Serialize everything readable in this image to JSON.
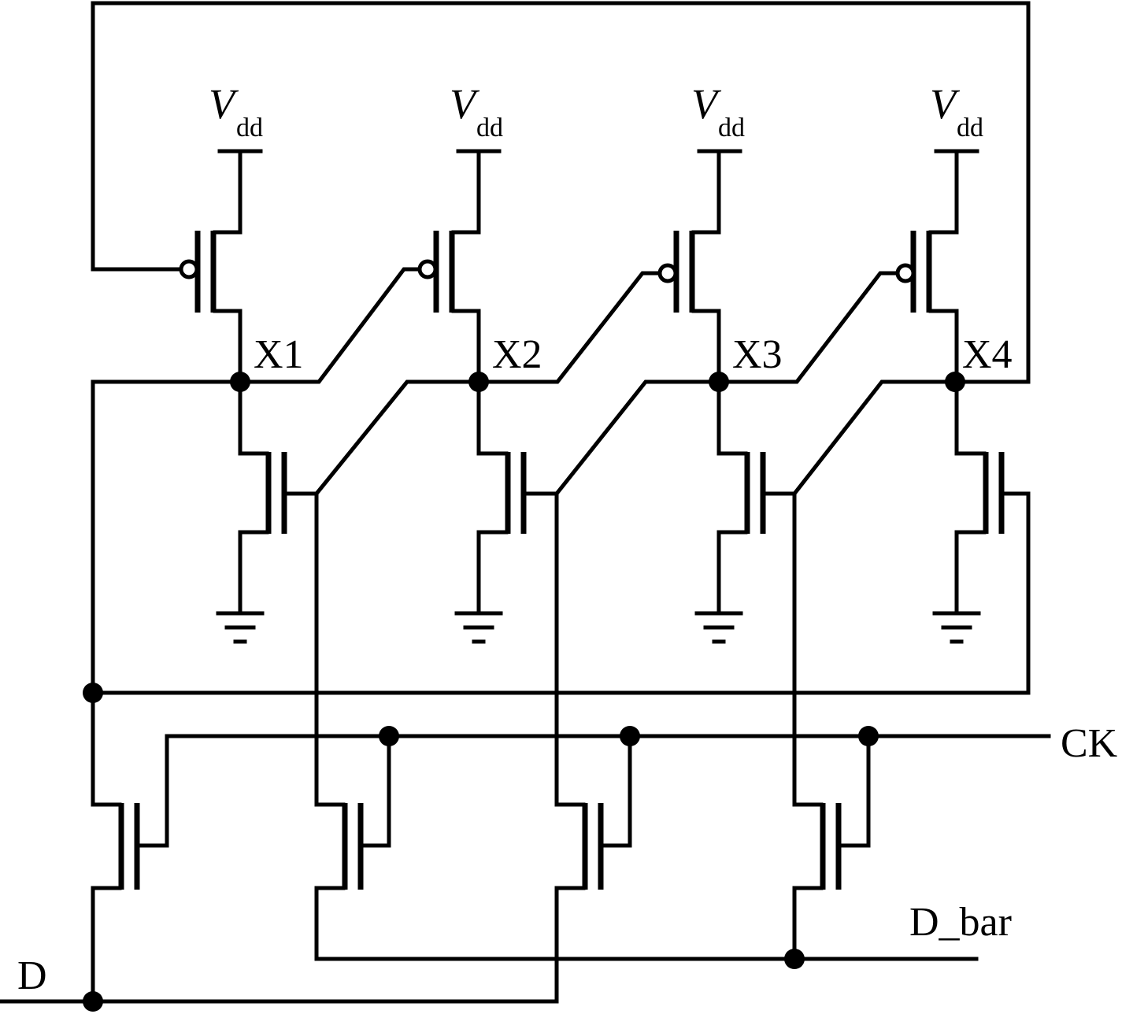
{
  "supply": {
    "symbol": "V",
    "subscript": "dd"
  },
  "nodes": [
    "X1",
    "X2",
    "X3",
    "X4"
  ],
  "inputs": {
    "d": "D",
    "d_bar": "D_bar",
    "clock": "CK"
  }
}
